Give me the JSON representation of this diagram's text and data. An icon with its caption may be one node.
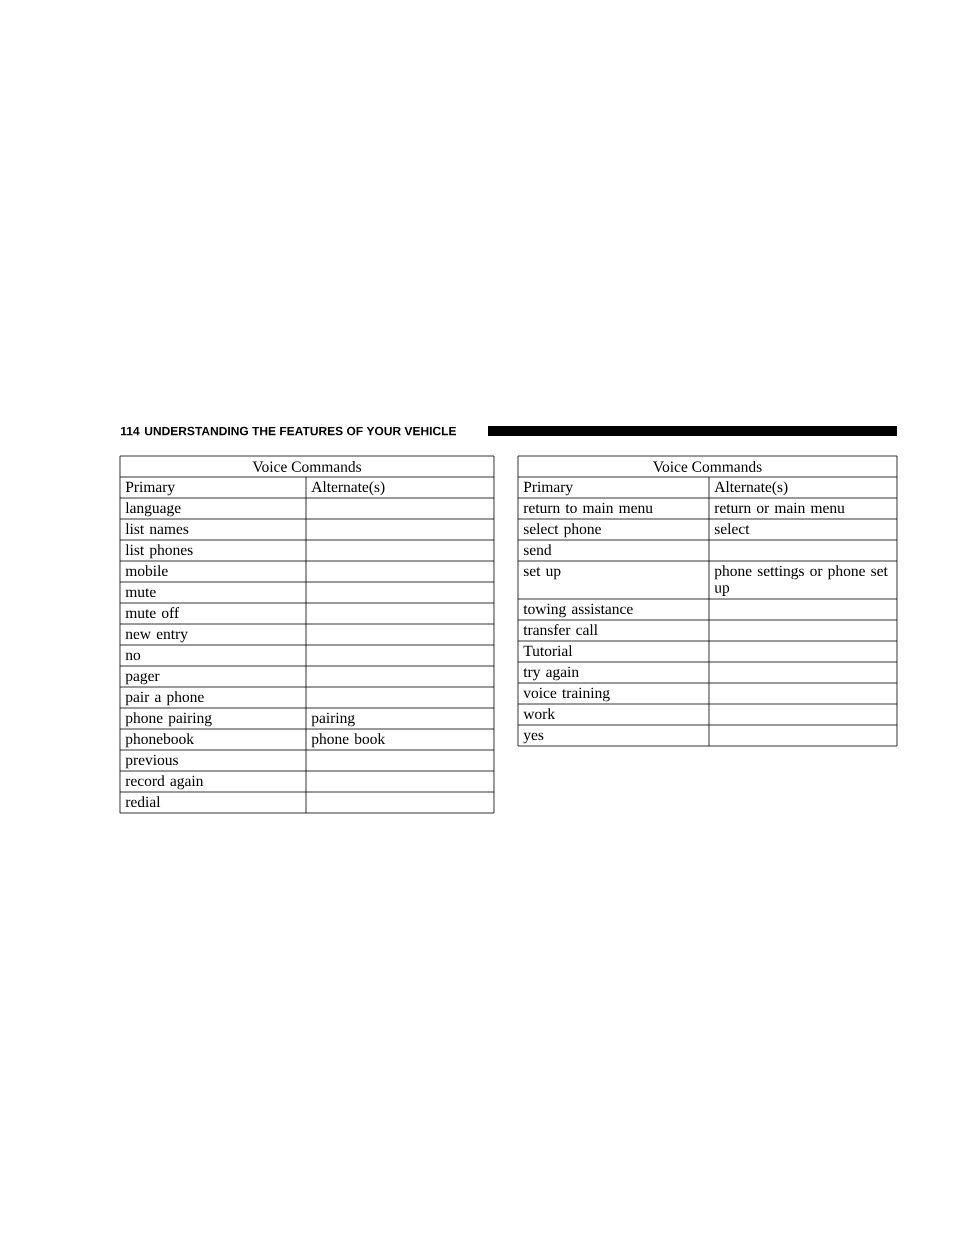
{
  "diagram": {
    "labels": [
      "114",
      "UNDERSTANDING THE FEATURES OF YOUR VEHICLE",
      "Voice Commands",
      "Primary",
      "Alternate(s)",
      "language",
      "list names",
      "list phones",
      "mobile",
      "mute",
      "mute off",
      "new entry",
      "no",
      "pager",
      "pair a phone",
      "phone pairing",
      "pairing",
      "phonebook",
      "phone book",
      "previous",
      "record again",
      "redial",
      "Voice Commands",
      "Primary",
      "Alternate(s)",
      "return to main menu",
      "return or main menu",
      "select phone",
      "select",
      "send",
      "set up",
      "phone settings or phone set up",
      "towing assistance",
      "transfer call",
      "Tutorial",
      "try again",
      "voice training",
      "work",
      "yes"
    ]
  }
}
